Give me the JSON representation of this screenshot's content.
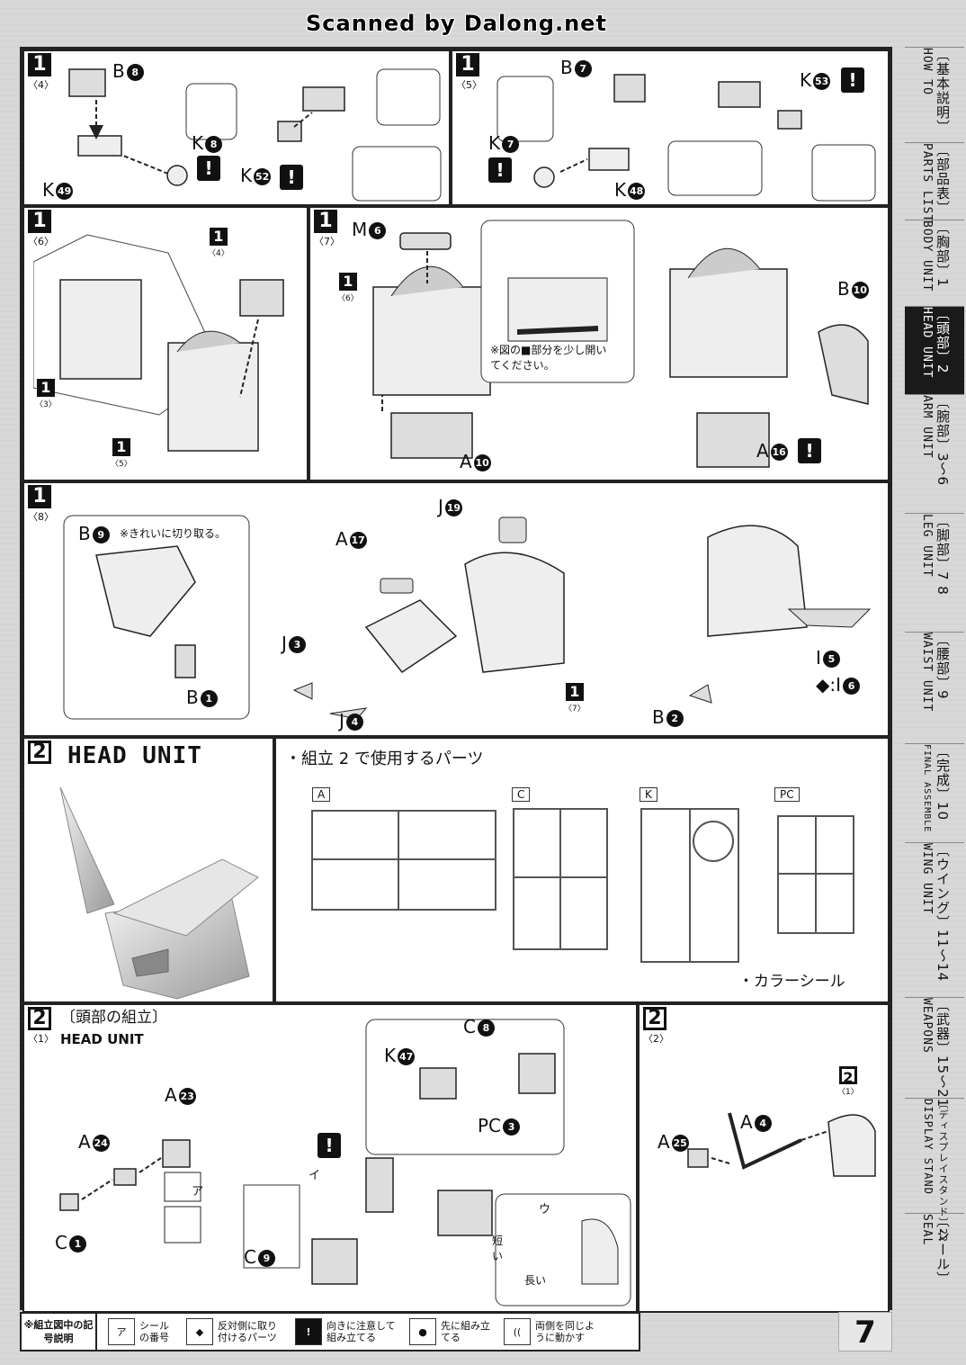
{
  "credit": "Scanned by Dalong.net",
  "page_number": "7",
  "step1": {
    "num": "1",
    "sub4": "〈4〉",
    "sub5": "〈5〉",
    "sub6": "〈6〉",
    "sub7": "〈7〉",
    "sub8": "〈8〉",
    "sub3": "〈3〉"
  },
  "step2": {
    "num": "2",
    "sub1": "〈1〉",
    "sub2": "〈2〉"
  },
  "labels": {
    "b8": "B",
    "k49": "K",
    "k8": "K",
    "k52": "K",
    "b7": "B",
    "k7": "K",
    "k48": "K",
    "k53": "K",
    "m6": "M",
    "a10": "A",
    "b10": "B",
    "a16": "A",
    "b9": "B",
    "b1": "B",
    "a17": "A",
    "j3": "J",
    "j4": "J",
    "j19": "J",
    "i5": "I",
    "i6": "I",
    "b2": "B",
    "c8": "C",
    "k47": "K",
    "pc3": "PC",
    "a23": "A",
    "a24": "A",
    "c1": "C",
    "c9": "C",
    "a4": "A",
    "a25": "A"
  },
  "numbers": {
    "b8": "8",
    "k49": "49",
    "k8": "8",
    "k52": "52",
    "b7": "7",
    "k7": "7",
    "k48": "48",
    "k53": "53",
    "m6": "6",
    "a10": "10",
    "b10": "10",
    "a16": "16",
    "b9": "9",
    "b1": "1",
    "a17": "17",
    "j3": "3",
    "j4": "4",
    "j19": "19",
    "i5": "5",
    "i6": "6",
    "b2": "2",
    "c8": "8",
    "k47": "47",
    "pc3": "3",
    "a23": "23",
    "a24": "24",
    "c1": "1",
    "c9": "9",
    "a4": "4",
    "a25": "25"
  },
  "notes": {
    "open_hint": "※図の■部分を少し開いてください。",
    "cut_clean": "※きれいに切り取る。",
    "short": "短い",
    "long": "長い"
  },
  "head_unit": {
    "title": "HEAD UNIT",
    "parts_used": "・組立 2 で使用するパーツ",
    "sprues": [
      "A",
      "C",
      "K",
      "PC"
    ],
    "color_seal": "・カラーシール",
    "assembly_title": "〔頭部の組立〕",
    "assembly_sub": "HEAD UNIT"
  },
  "stickers": {
    "a": "ア",
    "i": "イ",
    "u": "ウ"
  },
  "warn": "!",
  "tabs": [
    {
      "jp": "〔基本説明〕",
      "en": "HOW TO"
    },
    {
      "jp": "〔部品表〕",
      "en": "PARTS LIST"
    },
    {
      "jp": "〔胸部〕1",
      "en": "BODY UNIT"
    },
    {
      "jp": "〔頭部〕2",
      "en": "HEAD UNIT"
    },
    {
      "jp": "〔腕部〕3〜6",
      "en": "ARM UNIT"
    },
    {
      "jp": "〔脚部〕7 8",
      "en": "LEG UNIT"
    },
    {
      "jp": "〔腰部〕9",
      "en": "WAIST UNIT"
    },
    {
      "jp": "〔完成〕10",
      "en": "FINAL ASSEMBLE"
    },
    {
      "jp": "〔ウイング〕11〜14",
      "en": "WING UNIT"
    },
    {
      "jp": "〔武器〕15〜21",
      "en": "WEAPONS"
    },
    {
      "jp": "〔ディスプレイスタンド〕22",
      "en": "DISPLAY STAND"
    },
    {
      "jp": "〔シール〕",
      "en": "SEAL"
    }
  ],
  "legend": {
    "title": "※組立図中の記号説明",
    "items": [
      {
        "icon": "ア",
        "text": "シールの番号"
      },
      {
        "icon": "◆",
        "text": "反対側に取り付けるパーツ"
      },
      {
        "icon": "!",
        "text": "向きに注意して組み立てる"
      },
      {
        "icon": "●",
        "text": "先に組み立てる"
      },
      {
        "icon": "((",
        "text": "両側を同じように動かす"
      }
    ]
  }
}
